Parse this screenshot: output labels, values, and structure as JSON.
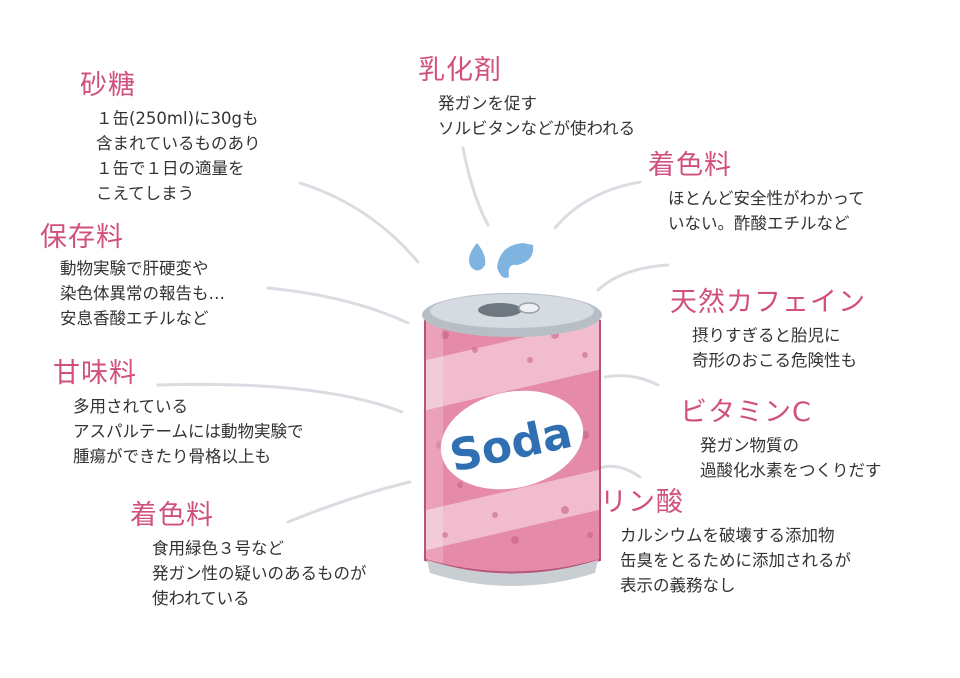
{
  "items": [
    {
      "key": "sugar",
      "title": "砂糖",
      "lines": [
        "１缶(250ml)に30gも",
        "含まれているものあり",
        "１缶で１日の適量を",
        "こえてしまう"
      ]
    },
    {
      "key": "preservative",
      "title": "保存料",
      "lines": [
        "動物実験で肝硬変や",
        "染色体異常の報告も…",
        "安息香酸エチルなど"
      ]
    },
    {
      "key": "sweetener",
      "title": "甘味料",
      "lines": [
        "多用されている",
        "アスパルテームには動物実験で",
        "腫瘍ができたり骨格以上も"
      ]
    },
    {
      "key": "coloring_left",
      "title": "着色料",
      "lines": [
        "食用緑色３号など",
        "発ガン性の疑いのあるものが",
        "使われている"
      ]
    },
    {
      "key": "emulsifier",
      "title": "乳化剤",
      "lines": [
        "発ガンを促す",
        "ソルビタンなどが使われる"
      ]
    },
    {
      "key": "coloring_right",
      "title": "着色料",
      "lines": [
        "ほとんど安全性がわかって",
        "いない。酢酸エチルなど"
      ]
    },
    {
      "key": "caffeine",
      "title": "天然カフェイン",
      "lines": [
        "摂りすぎると胎児に",
        "奇形のおこる危険性も"
      ]
    },
    {
      "key": "vitamin_c",
      "title": "ビタミンC",
      "lines": [
        "発ガン物質の",
        "過酸化水素をつくりだす"
      ]
    },
    {
      "key": "phosphoric_acid",
      "title": "リン酸",
      "lines": [
        "カルシウムを破壊する添加物",
        "缶臭をとるために添加されるが",
        "表示の義務なし"
      ]
    }
  ],
  "can": {
    "label": "Soda"
  },
  "colors": {
    "title": "#d0507f",
    "text": "#333333",
    "can_pink": "#e58aa8",
    "can_light": "#f2c2d2",
    "label_blue": "#2f6fb2",
    "droplet": "#7fb3e0",
    "connector": "#d9dde2"
  }
}
